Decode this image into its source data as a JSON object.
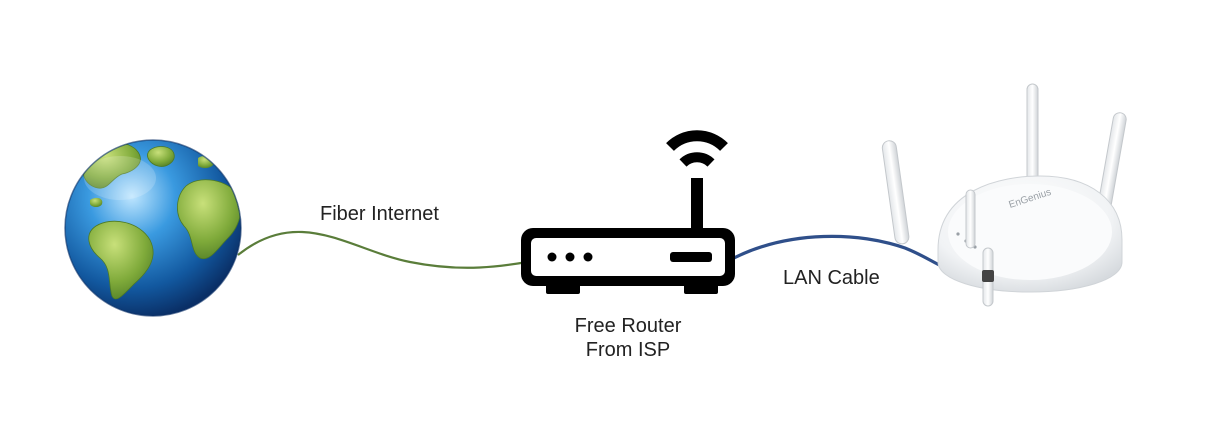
{
  "diagram": {
    "nodes": [
      {
        "id": "internet",
        "icon": "globe-icon"
      },
      {
        "id": "router",
        "icon": "wifi-router-icon",
        "label_lines": [
          "Free Router",
          "From ISP"
        ]
      },
      {
        "id": "access_point",
        "icon": "access-point-icon",
        "brand_text": "EnGenius"
      }
    ],
    "edges": [
      {
        "from": "internet",
        "to": "router",
        "label": "Fiber Internet",
        "color": "#5a7d3a"
      },
      {
        "from": "router",
        "to": "access_point",
        "label": "LAN Cable",
        "color": "#2f4f8a"
      }
    ]
  }
}
